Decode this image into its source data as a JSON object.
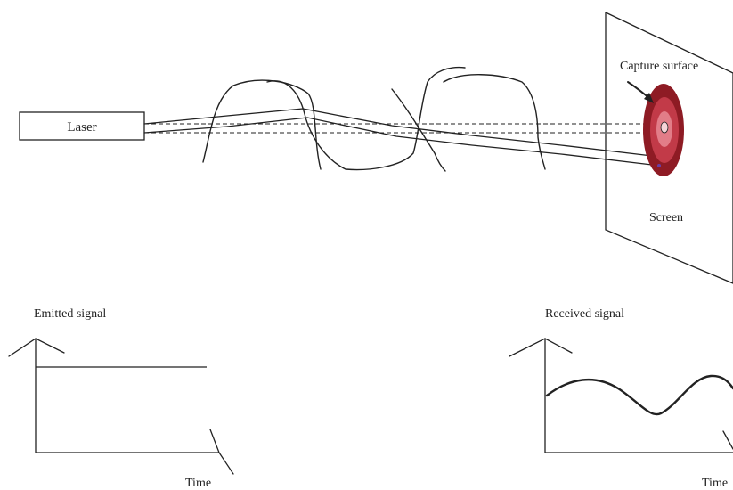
{
  "labels": {
    "laser": "Laser",
    "capture_surface": "Capture surface",
    "screen": "Screen",
    "emitted_signal": "Emitted signal",
    "received_signal": "Received signal",
    "time_left": "Time",
    "time_right": "Time"
  },
  "colors": {
    "ink": "#222222",
    "spot_outer": "#8e1b24",
    "spot_mid": "#c23a48",
    "spot_inner": "#e27d88",
    "spot_core": "#f6d4d8"
  }
}
